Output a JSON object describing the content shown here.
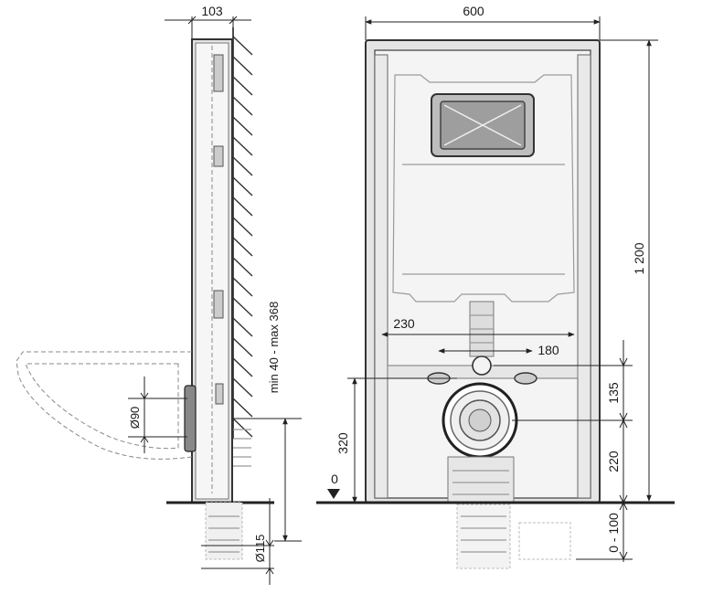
{
  "dimensions": {
    "side_depth": "103",
    "front_width": "600",
    "height_total": "1 200",
    "bolt_spacing": "230",
    "inlet_spacing": "180",
    "inlet_height": "135",
    "outlet_height": "220",
    "connection_height": "320",
    "floor_zero": "0",
    "floor_adjust": "0 - 100",
    "wall_depth": "min 40 - max 368",
    "pipe_diameter_90": "Ø90",
    "pipe_diameter_115": "Ø115"
  }
}
